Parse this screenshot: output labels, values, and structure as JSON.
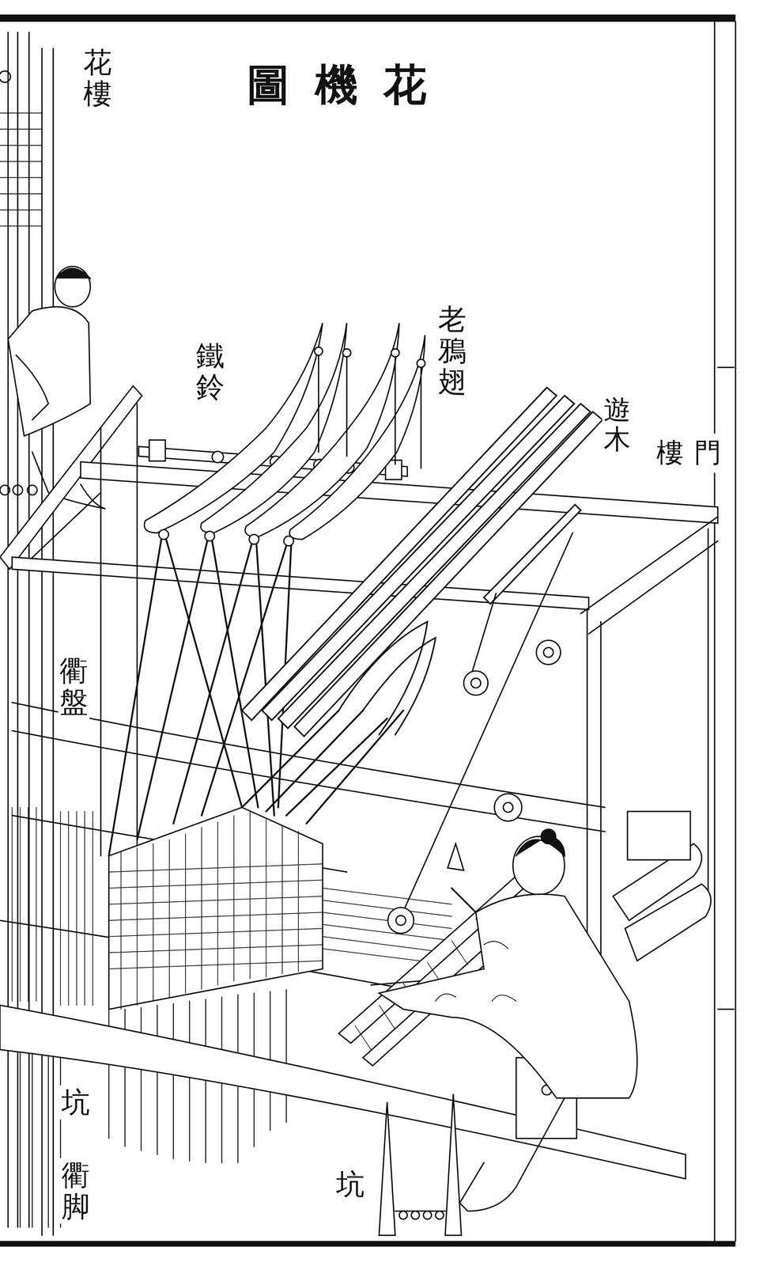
{
  "diagram": {
    "title": "花機圖",
    "labels": [
      "花樓",
      "鐵鈴",
      "老鴉翅",
      "遊木",
      "門樓",
      "衢盤",
      "坑",
      "衢脚",
      "坑"
    ]
  }
}
